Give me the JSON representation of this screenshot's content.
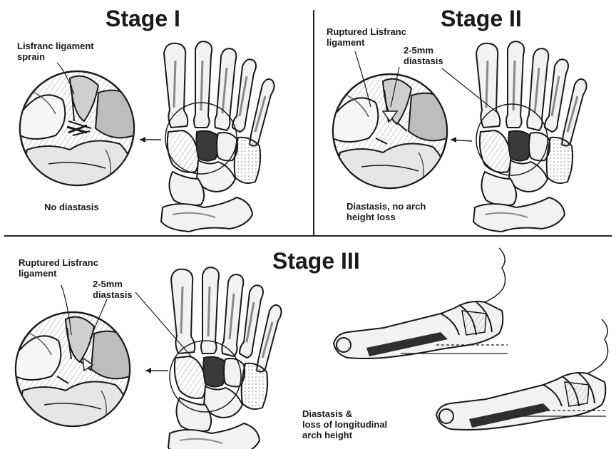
{
  "colors": {
    "ink": "#1a1a1a",
    "bone_fill": "#efefef",
    "shade": "#888888"
  },
  "panels": {
    "stage1": {
      "title": "Stage I",
      "callout": "Lisfranc ligament\nsprain",
      "caption": "No diastasis"
    },
    "stage2": {
      "title": "Stage II",
      "callout_ligament": "Ruptured Lisfranc\nligament",
      "callout_gap": "2-5mm\ndiastasis",
      "caption": "Diastasis, no arch\nheight loss"
    },
    "stage3": {
      "title": "Stage III",
      "callout_ligament": "Ruptured Lisfranc\nligament",
      "callout_gap": "2-5mm\ndiastasis",
      "caption": "Diastasis &\nloss of longitudinal\narch height"
    }
  }
}
